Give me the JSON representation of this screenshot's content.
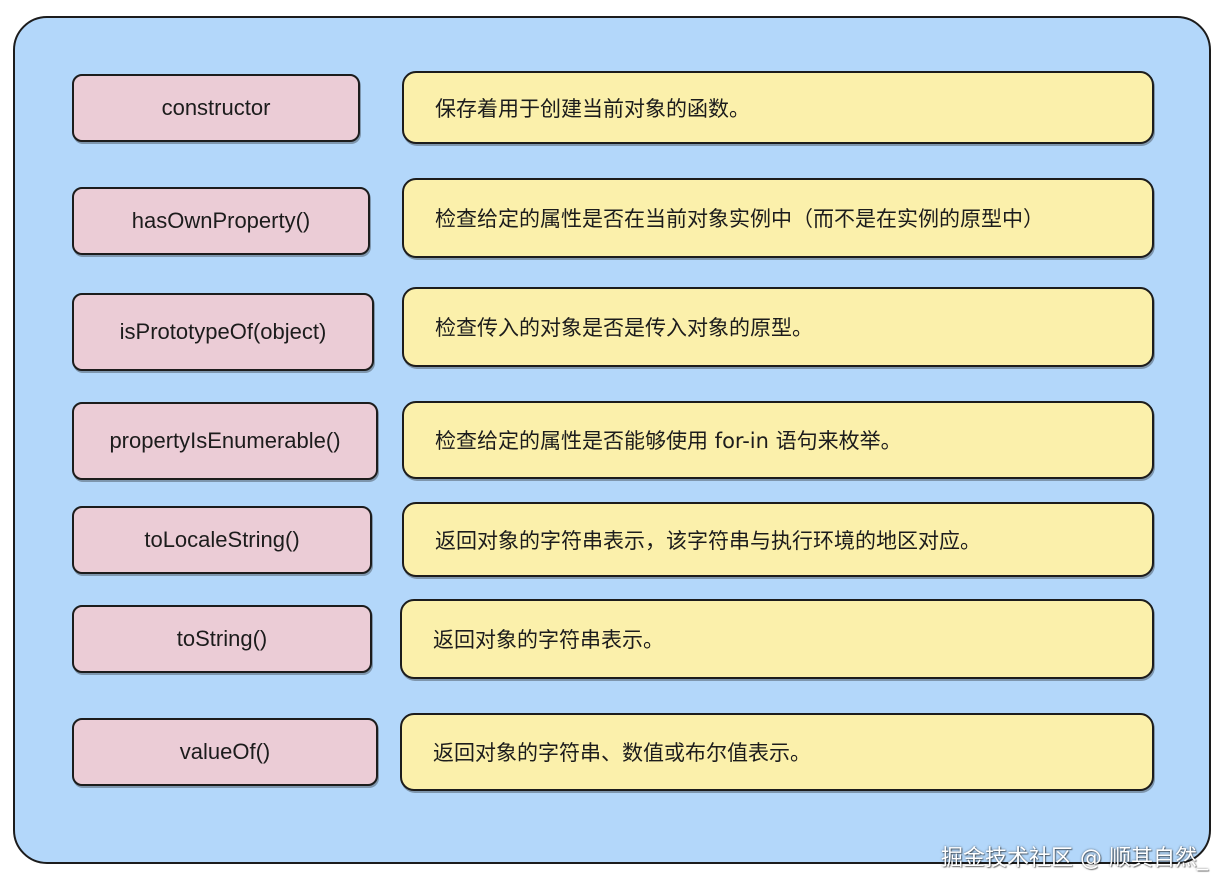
{
  "colors": {
    "background": "#b3d7fa",
    "method_box": "#ebccd6",
    "description_box": "#fbf0ab",
    "outline": "#1c1c1c"
  },
  "rows": [
    {
      "method": "constructor",
      "description": "保存着用于创建当前对象的函数。"
    },
    {
      "method": "hasOwnProperty()",
      "description": "检查给定的属性是否在当前对象实例中（而不是在实例的原型中）"
    },
    {
      "method": "isPrototypeOf(object)",
      "description": "检查传入的对象是否是传入对象的原型。"
    },
    {
      "method": "propertyIsEnumerable()",
      "description": "检查给定的属性是否能够使用 for-in 语句来枚举。"
    },
    {
      "method": "toLocaleString()",
      "description": "返回对象的字符串表示，该字符串与执行环境的地区对应。"
    },
    {
      "method": "toString()",
      "description": "返回对象的字符串表示。"
    },
    {
      "method": "valueOf()",
      "description": "返回对象的字符串、数值或布尔值表示。"
    }
  ],
  "watermark": "掘金技术社区 @ 顺其自然_"
}
